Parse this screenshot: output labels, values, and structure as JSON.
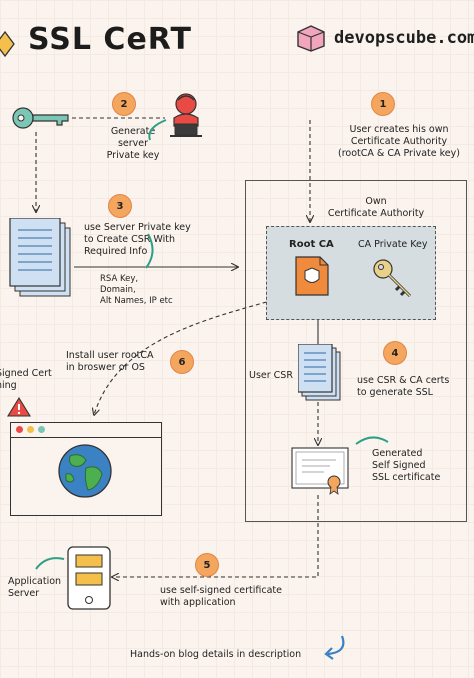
{
  "header": {
    "title": "SSL CeRT",
    "brand": "devopscube.com"
  },
  "steps": [
    {
      "number": "1",
      "text": "User creates his own\nCertificate Authority\n(rootCA & CA Private key)"
    },
    {
      "number": "2",
      "text": "Generate\nserver\nPrivate key"
    },
    {
      "number": "3",
      "text": "use Server Private key\nto Create CSR With\nRequired Info"
    },
    {
      "number": "4",
      "text": "use CSR & CA certs\nto generate SSL"
    },
    {
      "number": "5",
      "text": "use self-signed certificate\nwith application"
    },
    {
      "number": "6",
      "text": "Install user rootCA\nin broswer or OS"
    }
  ],
  "labels": {
    "own_ca": "Own\nCertificate Authority",
    "root_ca": "Root CA",
    "ca_private_key": "CA Private Key",
    "csr_info": "RSA Key,\nDomain,\nAlt Names, IP etc",
    "user_csr": "User CSR",
    "generated_cert": "Generated\nSelf Signed\nSSL certificate",
    "browser_warning": "Signed Cert\nning",
    "application_server": "Application\nServer",
    "footer": "Hands-on blog details in description"
  },
  "colors": {
    "accent": "#f4a55e",
    "paper": "#cfe0f2",
    "key": "#7cc6b6",
    "ca_box": "#d6dde0"
  }
}
